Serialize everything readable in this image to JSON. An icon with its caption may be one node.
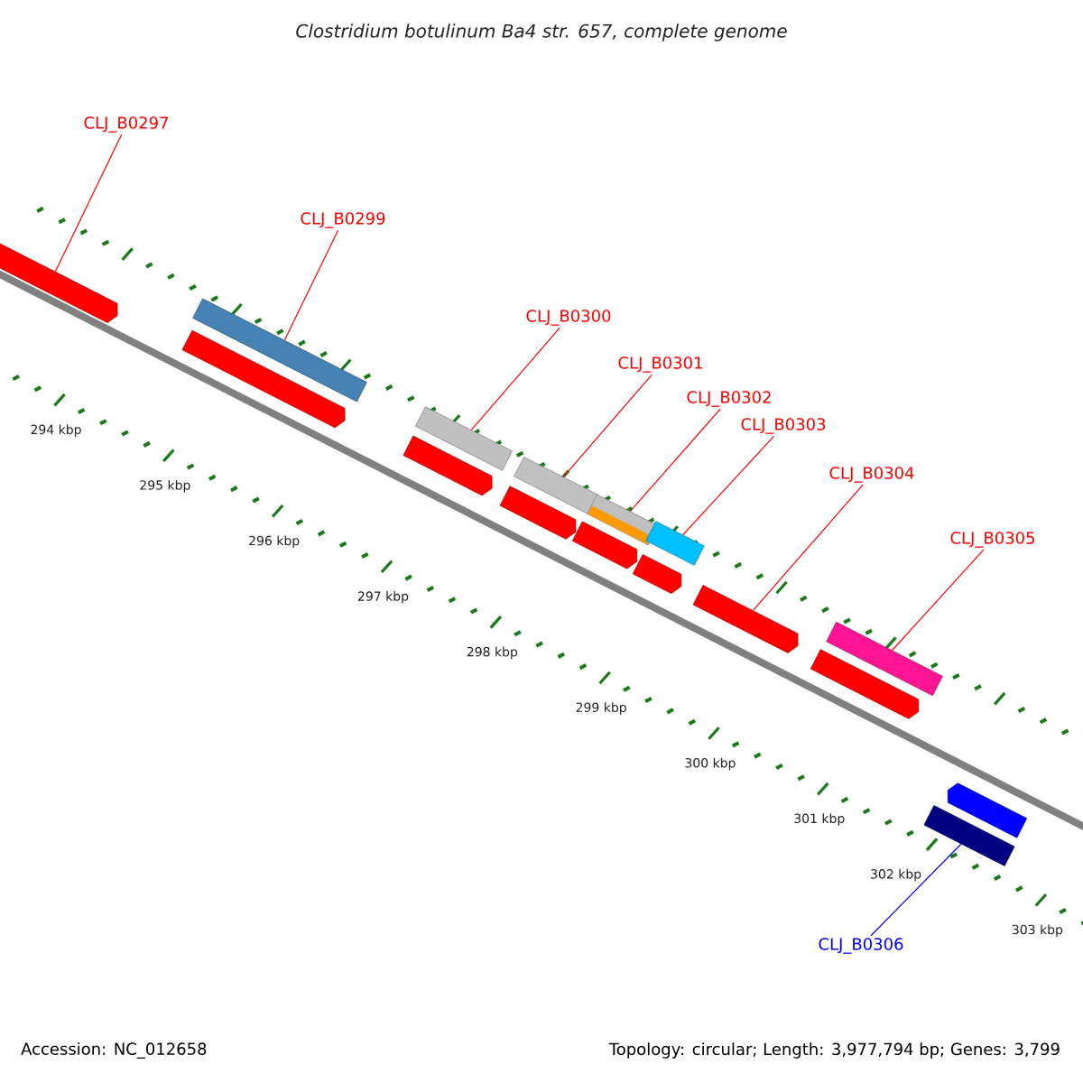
{
  "diagram": {
    "title": "Clostridium botulinum Ba4 str. 657, complete genome",
    "nodes": [
      {
        "text": [
          "CLJ_B0297"
        ]
      },
      {
        "text": [
          "CLJ_B0299"
        ]
      },
      {
        "text": [
          "CLJ_B0300"
        ]
      },
      {
        "text": [
          "CLJ_B0301"
        ]
      },
      {
        "text": [
          "CLJ_B0302"
        ]
      },
      {
        "text": [
          "CLJ_B0303"
        ]
      },
      {
        "text": [
          "CLJ_B0304"
        ]
      },
      {
        "text": [
          "CLJ_B0305"
        ]
      },
      {
        "text": [
          "CLJ_B0306"
        ]
      },
      {
        "text": [],
        "shape": "pentagon"
      },
      {
        "text": [],
        "shape": "pentagon"
      },
      {
        "text": [],
        "shape": "bar"
      },
      {
        "text": [],
        "shape": "pentagon"
      },
      {
        "text": [],
        "shape": "bar"
      },
      {
        "text": [],
        "shape": "pentagon"
      },
      {
        "text": [],
        "shape": "bar"
      },
      {
        "text": [],
        "shape": "pentagon"
      },
      {
        "text": [],
        "shape": "bar"
      },
      {
        "text": [],
        "shape": "pentagon"
      },
      {
        "text": [],
        "shape": "bar"
      },
      {
        "text": [],
        "shape": "pentagon"
      },
      {
        "text": [],
        "shape": "pentagon"
      },
      {
        "text": [],
        "shape": "bar"
      },
      {
        "text": [],
        "shape": "bar"
      },
      {
        "text": [],
        "shape": "pentagon"
      }
    ],
    "edges": [
      {
        "from": 0,
        "to": 9,
        "arrow": "none"
      },
      {
        "from": 1,
        "to": 11,
        "arrow": "none"
      },
      {
        "from": 2,
        "to": 13,
        "arrow": "none"
      },
      {
        "from": 3,
        "to": 15,
        "arrow": "none"
      },
      {
        "from": 4,
        "to": 17,
        "arrow": "none"
      },
      {
        "from": 5,
        "to": 19,
        "arrow": "none"
      },
      {
        "from": 6,
        "to": 20,
        "arrow": "none"
      },
      {
        "from": 7,
        "to": 22,
        "arrow": "none"
      },
      {
        "from": 8,
        "to": 23,
        "arrow": "none",
        "color": "#0000ff"
      }
    ],
    "labels": [
      "294 kbp",
      "295 kbp",
      "296 kbp",
      "297 kbp",
      "298 kbp",
      "299 kbp",
      "300 kbp",
      "301 kbp",
      "302 kbp",
      "303 kbp",
      "Accession: NC_012658",
      "Topology: circular; Length: 3,977,794 bp; Genes: 3,799"
    ]
  }
}
